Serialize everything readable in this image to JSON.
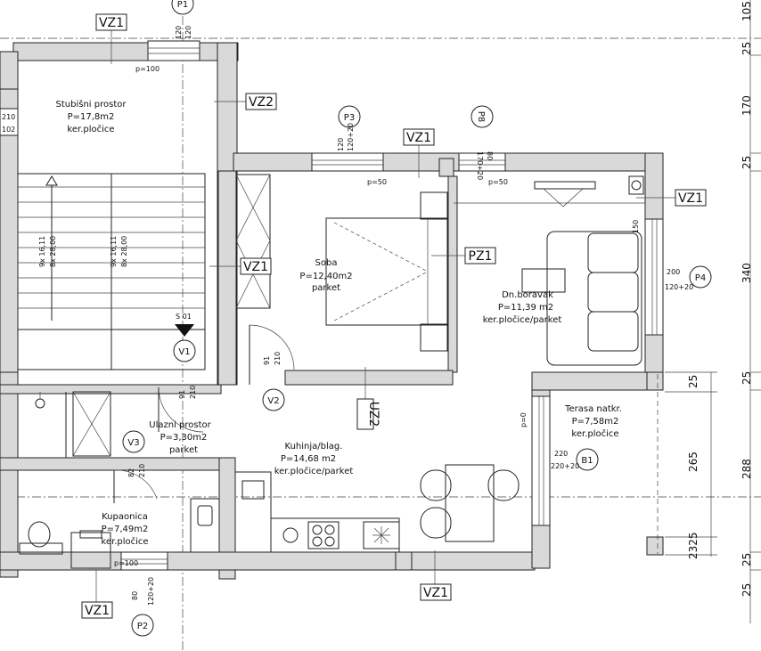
{
  "rooms": {
    "stair": {
      "name": "Stubišni prostor",
      "area": "P=17,8m2",
      "floor": "ker.pločice"
    },
    "soba": {
      "name": "Soba",
      "area": "P=12,40m2",
      "floor": "parket"
    },
    "dnevni": {
      "name": "Dn.boravak",
      "area": "P=11,39 m2",
      "floor": "ker.pločice/parket"
    },
    "ulaz": {
      "name": "Ulazni prostor",
      "area": "P=3,30m2",
      "floor": "parket"
    },
    "kuhinja": {
      "name": "Kuhinja/blag.",
      "area": "P=14,68 m2",
      "floor": "ker.pločice/parket"
    },
    "terasa": {
      "name": "Terasa natkr.",
      "area": "P=7,58m2",
      "floor": "ker.pločice"
    },
    "kupaonica": {
      "name": "Kupaonica",
      "area": "P=7,49m2",
      "floor": "ker.pločice"
    }
  },
  "wall_tags": {
    "vz1_top": "VZ1",
    "vz2": "VZ2",
    "vz1_mid": "VZ1",
    "pz1": "PZ1",
    "vz1_top2": "VZ1",
    "vz1_right": "VZ1",
    "uz2": "UZ2",
    "vz1_bottom": "VZ1",
    "vz1_bl": "VZ1"
  },
  "openings": {
    "p1": "P1",
    "p2": "P2",
    "p3": "P3",
    "p4": "P4",
    "p8": "P8",
    "v1": "V1",
    "v2": "V2",
    "v3": "V3",
    "b1": "B1"
  },
  "section_mark": "S 01",
  "small_labels": {
    "p100_top": "p=100",
    "p50_a": "p=50",
    "p50_b": "p=50",
    "p100_bot": "p=100",
    "p1_dim1": "120",
    "p1_dim2": "120",
    "p3_dim1": "120",
    "p3_dim2": "120+20",
    "p8_dim1": "170+20",
    "p8_dim2": "80",
    "p4_dim1": "200",
    "p4_dim2": "120+20",
    "b1_dim1": "220",
    "b1_dim2": "220+20",
    "v2_dim1": "91",
    "v2_dim2": "210",
    "v1_dim1": "91",
    "v1_dim2": "210",
    "v3_dim1": "82",
    "v3_dim2": "210",
    "p2_dim1": "80",
    "p2_dim2": "120+20",
    "stair_a1": "9x 16,11",
    "stair_a2": "8x 28,00",
    "stair_b1": "9x 16,11",
    "stair_b2": "8x 28,00",
    "left_dim1": "210",
    "left_dim2": "102",
    "sofa_dim": "150",
    "ter_dim": "p=0"
  },
  "right_dims": {
    "d105": "105",
    "d25a": "25",
    "d170": "170",
    "d25b": "25",
    "d340": "340",
    "d25c": "25",
    "d288": "288",
    "d25d": "25",
    "d25e": "25"
  },
  "terrace_dims": {
    "d25": "25",
    "d265": "265",
    "d2325": "2325"
  }
}
